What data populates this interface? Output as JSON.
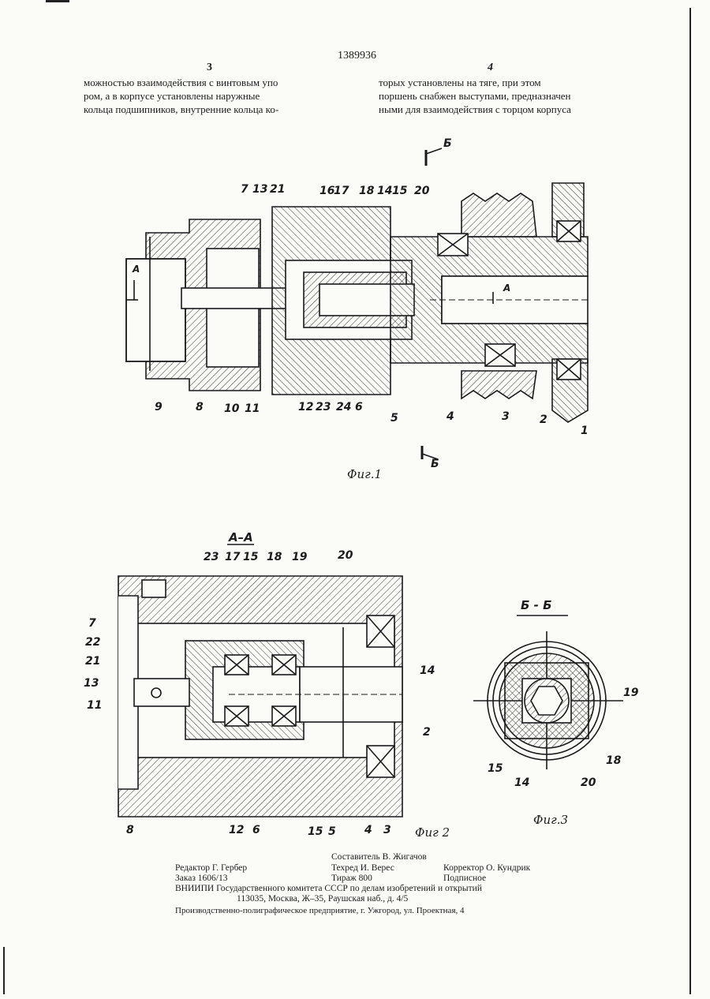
{
  "header": {
    "patent_number": "1389936",
    "page_left": "3",
    "page_right": "4"
  },
  "text": {
    "left_lines": [
      "можностью взаимодействия с винтовым упо",
      "ром, а в корпусе установлены наружные",
      "кольца подшипников, внутренние кольца ко-"
    ],
    "right_lines": [
      "торых установлены на тяге, при этом",
      "поршень снабжен выступами, предназначен",
      "ными для взаимодействия с торцом корпуса"
    ]
  },
  "fig1": {
    "caption": "Фиг.1",
    "section_top": "Б",
    "section_bottom": "Б",
    "section_a_left": "А",
    "section_a_right": "А",
    "labels_top": [
      "7",
      "13",
      "21",
      "16",
      "17",
      "18",
      "14",
      "15",
      "20"
    ],
    "labels_bottom": [
      "9",
      "8",
      "10",
      "11",
      "12",
      "23",
      "24",
      "6",
      "5",
      "4",
      "3",
      "2",
      "1"
    ]
  },
  "fig2": {
    "caption": "Фиг 2",
    "section_title": "А–А",
    "labels_top": [
      "23",
      "17",
      "15",
      "18",
      "19",
      "20"
    ],
    "labels_left": [
      "7",
      "22",
      "21",
      "13",
      "11"
    ],
    "labels_right": [
      "14",
      "2"
    ],
    "labels_bottom": [
      "8",
      "12",
      "6",
      "15",
      "5",
      "4",
      "3"
    ]
  },
  "fig3": {
    "caption": "Фиг.3",
    "section_title": "Б - Б",
    "labels": [
      "19",
      "15",
      "14",
      "20",
      "18"
    ]
  },
  "imprint": {
    "compiler": "Составитель В. Жигачов",
    "editor": "Редактор Г. Гербер",
    "techred": "Техред И. Верес",
    "corrector": "Корректор О. Кундрик",
    "order": "Заказ 1606/13",
    "circulation": "Тираж 800",
    "subscription": "Подписное",
    "org_line1": "ВНИИПИ Государственного комитета СССР по делам изобретений и открытий",
    "org_line2": "113035, Москва, Ж–35, Раушская наб., д. 4/5",
    "printer": "Производственно-полиграфическое предприятие, г. Ужгород, ул. Проектная, 4"
  }
}
